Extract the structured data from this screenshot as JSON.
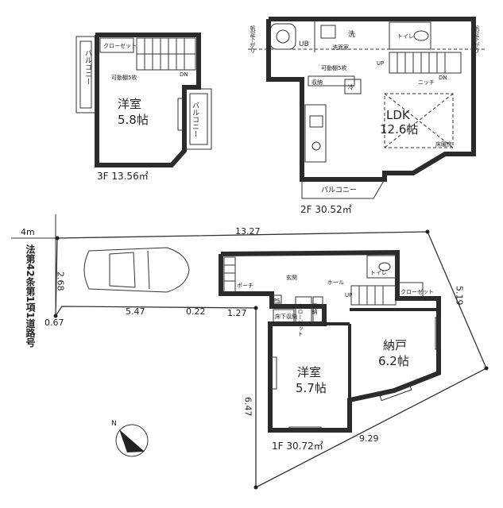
{
  "floor3": {
    "label": "3F 13.56㎡",
    "room": {
      "name": "洋室",
      "size": "5.8帖"
    },
    "balcony_left": "バルコニー",
    "balcony_right": "バルコニー",
    "closet": "クローゼット",
    "shelf_note": "可動棚5枚",
    "stair_dn": "DN"
  },
  "floor2": {
    "label": "2F 30.52㎡",
    "ldk": {
      "name": "LDK",
      "size": "12.6帖"
    },
    "ub": "UB",
    "wash": "洗",
    "washroom": "洗面室",
    "toilet": "トイレ",
    "shelf_note": "可動棚5枚",
    "storage": "収納",
    "niche": "ニッチ",
    "fridge": "冷",
    "stair_up": "UP",
    "stair_dn": "DN",
    "floor_heat": "床暖房",
    "balcony": "バルコニー",
    "eave_left": "帆足下がり",
    "eave_right": "帆足下がり"
  },
  "floor1": {
    "label": "1F 30.72㎡",
    "room1": {
      "name": "洋室",
      "size": "5.7帖"
    },
    "room2": {
      "name": "納戸",
      "size": "6.2帖"
    },
    "porch": "ポーチ",
    "entrance": "玄関",
    "hall": "ホール",
    "toilet": "トイレ",
    "closet1": "クローゼット",
    "closet2": "クローゼット",
    "underfloor": "床下収納",
    "storage": "収納",
    "ps": "PS",
    "stair_up": "UP"
  },
  "site": {
    "road_width": "4m",
    "road_type": "法第42条第1項1道路号",
    "dims": {
      "top": "13.27",
      "left": "2.68",
      "diag_left": "0.67",
      "mid1": "5.47",
      "mid2": "0.22",
      "mid3": "1.27",
      "vertical": "6.47",
      "right": "5.19",
      "bottom": "9.29"
    },
    "north": "N"
  }
}
